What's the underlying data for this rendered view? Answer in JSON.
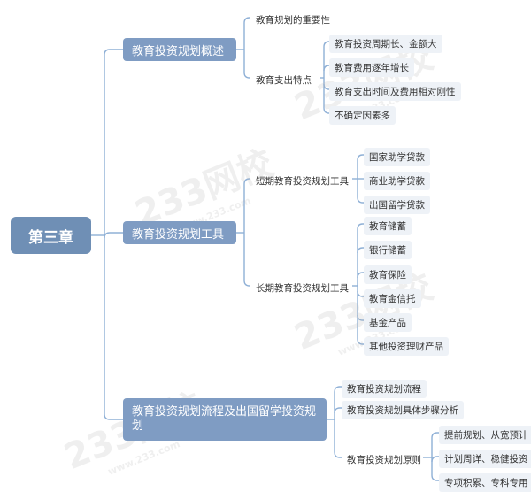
{
  "root": "第三章",
  "sections": [
    {
      "label": "教育投资规划概述",
      "children": [
        {
          "label": "教育规划的重要性"
        },
        {
          "label": "教育支出特点",
          "children": [
            "教育投资周期长、金额大",
            "教育费用逐年增长",
            "教育支出时间及费用相对刚性",
            "不确定因素多"
          ]
        }
      ]
    },
    {
      "label": "教育投资规划工具",
      "children": [
        {
          "label": "短期教育投资规划工具",
          "children": [
            "国家助学贷款",
            "商业助学贷款",
            "出国留学贷款"
          ]
        },
        {
          "label": "长期教育投资规划工具",
          "children": [
            "教育储蓄",
            "银行储蓄",
            "教育保险",
            "教育金信托",
            "基金产品",
            "其他投资理财产品"
          ]
        }
      ]
    },
    {
      "label": "教育投资规划流程及出国留学投资规划",
      "children": [
        {
          "label": "教育投资规划流程"
        },
        {
          "label": "教育投资规划具体步骤分析"
        },
        {
          "label": "教育投资规划原则",
          "children": [
            "提前规划、从宽预计",
            "计划周详、稳健投资",
            "专项积累、专科专用"
          ]
        }
      ]
    }
  ],
  "watermark": {
    "text": "233网校",
    "sub": "www.233.com"
  },
  "colors": {
    "root": "#6f8fb5",
    "level1": "#7f9cc3",
    "line": "#8fb0d6",
    "leaf_bg": "#eef2f7"
  }
}
